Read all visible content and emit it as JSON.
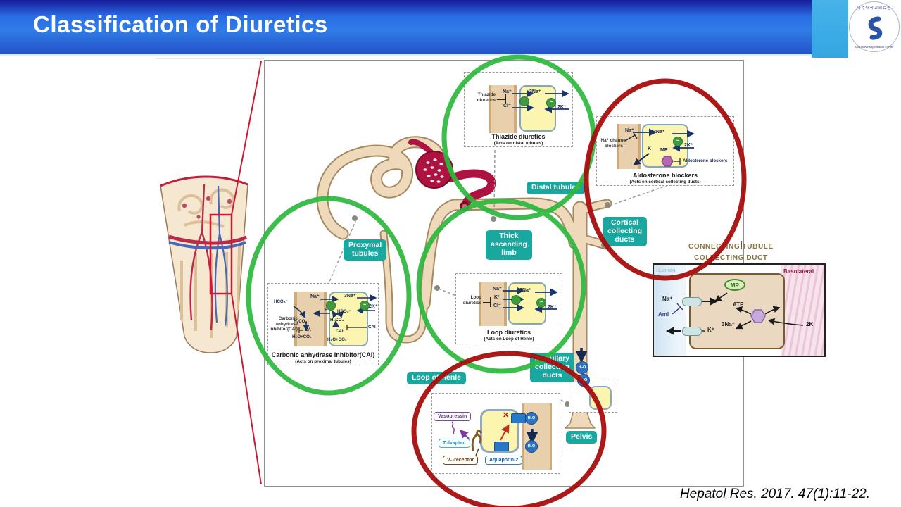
{
  "header": {
    "title": "Classification of Diuretics"
  },
  "logo": {
    "korean": "아주대학교의료원",
    "english": "Ajou University Medical Center"
  },
  "citation": "Hepatol Res. 2017. 47(1):11-22.",
  "symbols": {
    "tilde": "~",
    "cross": "✕"
  },
  "labels": {
    "proximal": "Proxymal\ntubules",
    "thick_ascending": "Thick\nascending\nlimb",
    "distal": "Distal tubules",
    "cortical": "Cortical\ncollecting\nducts",
    "medullary": "Medullary\ncollecting\nducts",
    "loop_of_henle": "Loop of Henle",
    "pelvis": "Pelvis"
  },
  "thiazide": {
    "drug": "Thiazide\ndiuretics",
    "ion1": "Na⁺",
    "ion2": "Cl⁻",
    "out": "3Na⁺",
    "in": "2K⁺",
    "caption": "Thiazide diuretics",
    "subcaption": "(Acts on distal tubules)"
  },
  "loop": {
    "drug": "Loop\ndiuretics",
    "ion1": "Na⁺",
    "ion2": "K⁺",
    "ion3": "Cl⁻",
    "out": "3Na⁺",
    "in": "2K⁺",
    "caption": "Loop diuretics",
    "subcaption": "(Acts on Loop of Henle)"
  },
  "aldosterone": {
    "drug": "Na⁺ channel\nblockers",
    "ion1": "Na⁺",
    "k": "K",
    "mr": "MR",
    "blocker": "Aldosterone blockers",
    "out": "3Na⁺",
    "in": "2K⁺",
    "caption": "Aldosterone blockers",
    "subcaption": "(Acts on cortical collecting ducts)"
  },
  "cai": {
    "drug": "Carbonic\nanhydrase\nInhibitor(CAI)",
    "hco3_out": "HCO₃⁻",
    "na": "Na⁺",
    "h": "H⁺",
    "h2co3_out": "H₂CO₃",
    "ca": "CA",
    "h2oco2_out": "H₂O+CO₂",
    "hco3_in": "HCO₃⁻",
    "h2co3_in": "H₂CO₃",
    "cai_in": "CAI",
    "cai_right": "CAI",
    "h2oco2_in": "H₂O+CO₂",
    "out": "3Na⁺",
    "in": "2K⁺",
    "caption": "Carbonic anhydrase Inhibitor(CAI)",
    "subcaption": "(Acts on proximal tubules)"
  },
  "vasopressin_box": {
    "vasopressin": "Vasopressin",
    "tolvaptan": "Tolvaptan",
    "v2": "V₂-receptor",
    "aqp2": "Aquaporin-2"
  },
  "inset": {
    "title1": "CONNECTING TUBULE",
    "title2": "COLLECTING DUCT",
    "lumen": "Lumen",
    "basolateral": "Basolateral",
    "mr": "MR",
    "na": "Na⁺",
    "aml": "Aml",
    "k": "K⁺",
    "atp": "ATP",
    "na3": "3Na⁺",
    "k2": "2K"
  },
  "h2o": "H₂O"
}
